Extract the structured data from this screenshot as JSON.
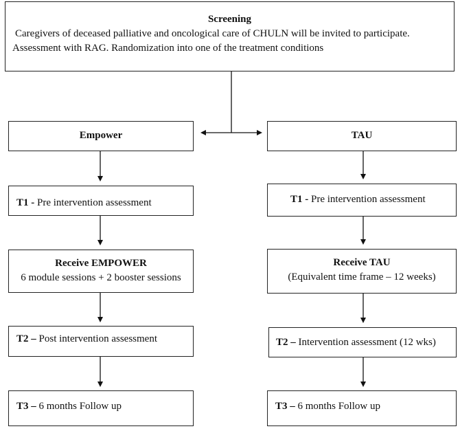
{
  "screening": {
    "title": "Screening",
    "line1": "Caregivers of deceased palliative and oncological care of CHULN will be invited to participate.",
    "line2": "Assessment with RAG. Randomization into one of the treatment conditions"
  },
  "left": {
    "arm": "Empower",
    "t1": {
      "code": "T1 - ",
      "text": "Pre intervention assessment"
    },
    "receive": {
      "title": "Receive EMPOWER",
      "detail": "6 module sessions + 2 booster sessions"
    },
    "t2": {
      "code": "T2 – ",
      "text": "Post intervention assessment"
    },
    "t3": {
      "code": "T3 – ",
      "text": "6 months Follow up"
    }
  },
  "right": {
    "arm": "TAU",
    "t1": {
      "code": "T1 - ",
      "text": "Pre intervention assessment"
    },
    "receive": {
      "title": "Receive TAU",
      "detail": "(Equivalent time frame – 12 weeks)"
    },
    "t2": {
      "code": "T2 – ",
      "text": "Intervention assessment (12 wks)"
    },
    "t3": {
      "code": "T3 – ",
      "text": "6 months Follow up"
    }
  }
}
